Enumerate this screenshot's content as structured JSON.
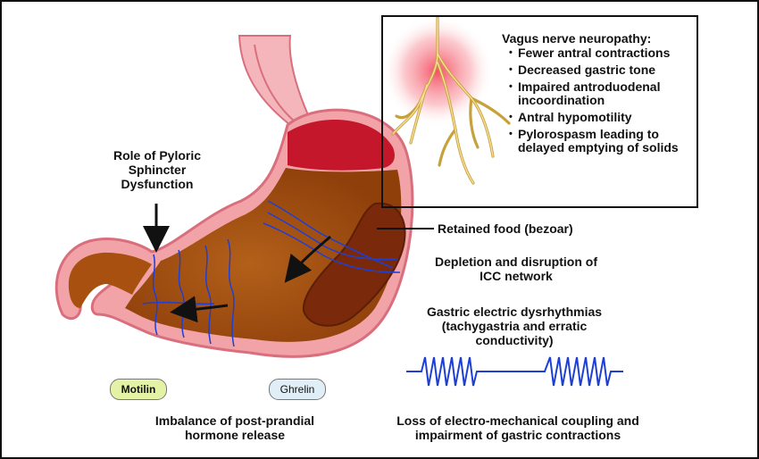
{
  "pyloric_label": "Role of Pyloric Sphincter Dysfunction",
  "vagus": {
    "title": "Vagus nerve neuropathy:",
    "items": [
      "Fewer antral contractions",
      "Decreased gastric tone",
      "Impaired antroduodenal incoordination",
      "Antral hypomotility",
      "Pylorospasm leading to delayed emptying of solids"
    ]
  },
  "retained_food": "Retained food (bezoar)",
  "icc": "Depletion and disruption of ICC network",
  "dysrhythmia": "Gastric electric dysrhythmias (tachygastria and erratic conductivity)",
  "hormones": {
    "motilin": "Motilin",
    "ghrelin": "Ghrelin",
    "caption": "Imbalance of post-prandial hormone release"
  },
  "coupling": "Loss of electro-mechanical coupling and impairment of gastric contractions",
  "colors": {
    "stomach_wall": "#f2a3a8",
    "stomach_content": "#a8500f",
    "fundus": "#c4172b",
    "icc_network": "#1d3fd6",
    "ecg_trace": "#1d3fd6",
    "nerve": "#e8c66a",
    "motilin_fill": "#e4f2a6",
    "ghrelin_fill": "#e0eef7"
  }
}
